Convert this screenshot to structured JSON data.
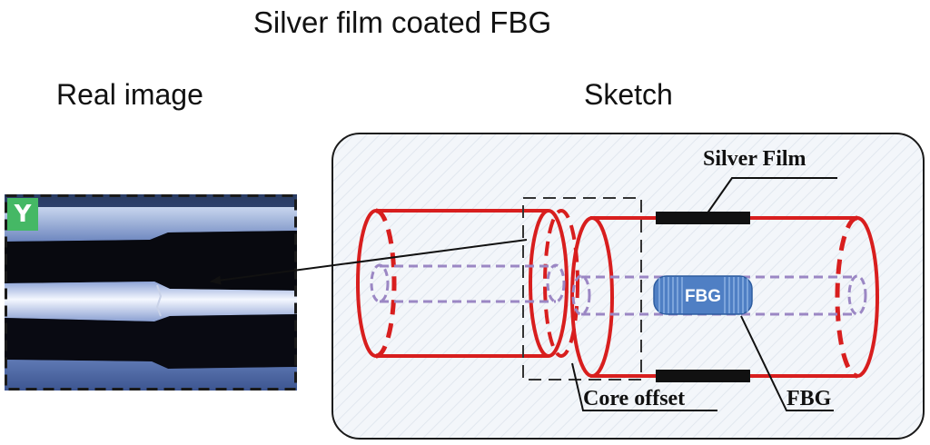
{
  "title": "Silver film coated FBG",
  "panels": {
    "real": {
      "title": "Real image",
      "badge": "Y"
    },
    "sketch": {
      "title": "Sketch",
      "labels": {
        "silver_film": "Silver Film",
        "core_offset": "Core offset",
        "fbg_callout": "FBG",
        "fbg_grating": "FBG"
      }
    }
  },
  "colors": {
    "fiber": "#d81e1e",
    "core": "#9b87c4",
    "grating": "#4f7fc4",
    "silver_film": "#111111",
    "sketch_background": "#f2f5f9"
  }
}
